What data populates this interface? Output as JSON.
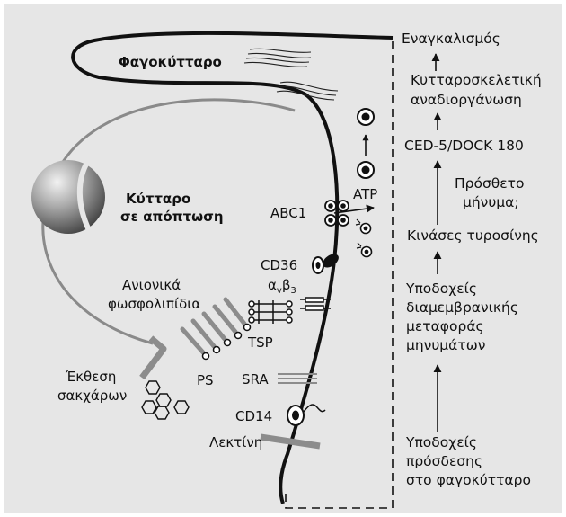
{
  "labels": {
    "phagocyte": "Φαγοκύτταρο",
    "apoptotic_line1": "Κύτταρο",
    "apoptotic_line2": "σε απόπτωση",
    "abc1": "ABC1",
    "atp": "ATP",
    "cd36": "CD36",
    "avb3_base": "α",
    "avb3_sub1": "v",
    "avb3_mid": "β",
    "avb3_sub2": "3",
    "anionic_line1": "Ανιονικά",
    "anionic_line2": "φωσφολιπίδια",
    "tsp": "TSP",
    "ps": "PS",
    "sugar_line1": "Έκθεση",
    "sugar_line2": "σακχάρων",
    "sra": "SRA",
    "cd14": "CD14",
    "lectin": "Λεκτίνη"
  },
  "pathway": {
    "engulfment": "Εναγκαλισμός",
    "cytoskeletal_line1": "Κυτταροσκελετική",
    "cytoskeletal_line2": "αναδιοργάνωση",
    "ced5": "CED-5/DOCK 180",
    "extra_signal_line1": "Πρόσθετο",
    "extra_signal_line2": "μήνυμα;",
    "tyrosine_kinases": "Κινάσες τυροσίνης",
    "transmembrane_line1": "Υποδοχείς",
    "transmembrane_line2": "διαμεμβρανικής",
    "transmembrane_line3": "μεταφοράς",
    "transmembrane_line4": "μηνυμάτων",
    "binding_line1": "Υποδοχείς",
    "binding_line2": "πρόσδεσης",
    "binding_line3": "στο φαγοκύτταρο"
  },
  "colors": {
    "background": "#e6e6e6",
    "membrane": "#111111",
    "apoptotic_membrane": "#8a8a8a",
    "receptor_gray": "#8c8c8c"
  }
}
